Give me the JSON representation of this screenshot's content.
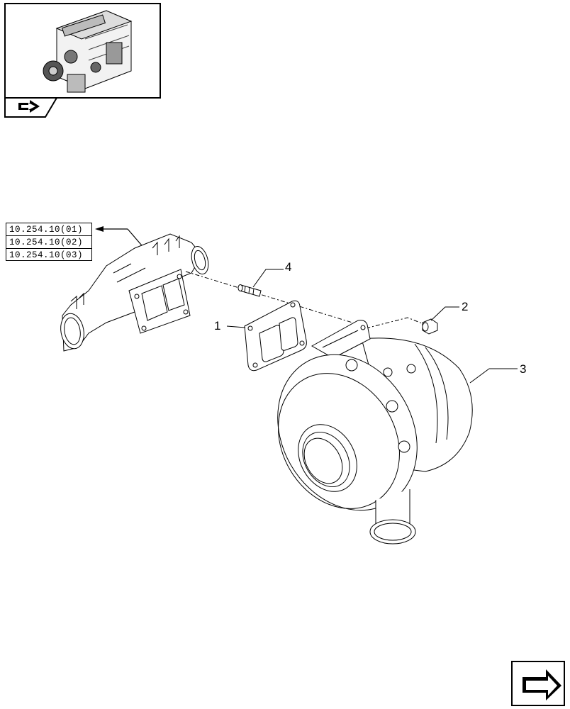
{
  "thumbnail": {
    "icon": "engine-thumbnail-icon",
    "nav_icon": "back-arrow-icon"
  },
  "references": [
    {
      "label": "10.254.10(01)"
    },
    {
      "label": "10.254.10(02)"
    },
    {
      "label": "10.254.10(03)"
    }
  ],
  "callouts": {
    "c1": "1",
    "c2": "2",
    "c3": "3",
    "c4": "4"
  },
  "navigation": {
    "next_icon": "next-page-arrow-icon"
  }
}
